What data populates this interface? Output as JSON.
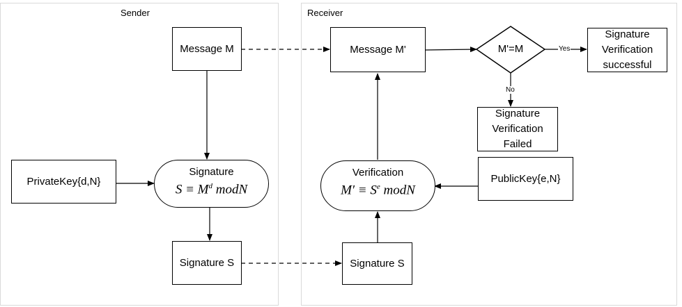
{
  "sender": {
    "title": "Sender",
    "message_box": "Message M",
    "private_key_box": "PrivateKey{d,N}",
    "signature_process": {
      "title": "Signature",
      "formula_lhs": "S ≡ M",
      "formula_exp": "d",
      "formula_rhs": " modN"
    },
    "signature_box": "Signature S"
  },
  "receiver": {
    "title": "Receiver",
    "message_box": "Message M'",
    "decision": "M'=M",
    "decision_yes": "Yes",
    "decision_no": "No",
    "success_box": "Signature Verification successful",
    "failed_box": "Signature Verification Failed",
    "public_key_box": "PublicKey{e,N}",
    "verification_process": {
      "title": "Verification",
      "formula_lhs": "M′ ≡ S",
      "formula_exp": "e",
      "formula_rhs": " modN"
    },
    "signature_box": "Signature S"
  }
}
